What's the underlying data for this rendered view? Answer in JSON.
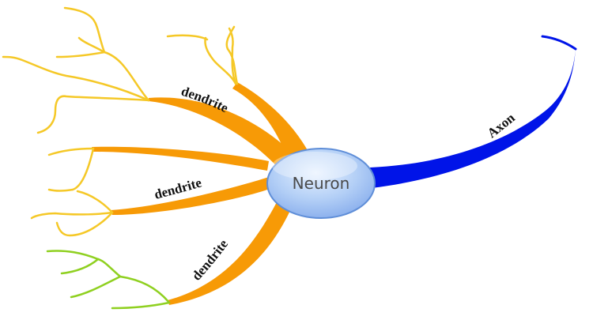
{
  "diagram": {
    "center": {
      "label": "Neuron"
    },
    "axon": {
      "label": "Axon"
    },
    "branches": [
      {
        "label": "dendrite"
      },
      {
        "label": "dendrite"
      },
      {
        "label": "dendrite"
      }
    ]
  },
  "colors": {
    "dendrite_trunk": "#f79a06",
    "dendrite_twig_upper": "#f5c827",
    "dendrite_twig_lower": "#8fd020",
    "axon": "#0014e8",
    "neuron_fill": "#a7c8f4",
    "neuron_stroke": "#5f8ed8"
  }
}
